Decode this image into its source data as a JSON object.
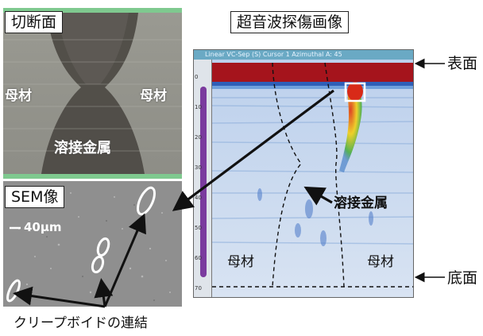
{
  "cross_section": {
    "title": "切断面",
    "base_left": "母材",
    "base_right": "母材",
    "weld": "溶接金属"
  },
  "sem": {
    "title": "SEM像",
    "scale": "40μm"
  },
  "ultrasonic": {
    "title": "超音波探傷画像",
    "header": "Linear VC-Sep (S) Cursor 1 Azimuthal  A: 45",
    "weld": "溶接金属",
    "base_left": "母材",
    "base_right": "母材",
    "surface": "表面",
    "bottom": "底面",
    "axis_ticks": [
      "0",
      "10",
      "20",
      "30",
      "40",
      "50",
      "60",
      "70"
    ]
  },
  "caption": "クリープボイドの連結",
  "colors": {
    "accent_green": "#7fc98f",
    "scan_red": "#a5141c",
    "scan_blue": "#c9daf0",
    "scan_purple": "#7b3b9e"
  }
}
